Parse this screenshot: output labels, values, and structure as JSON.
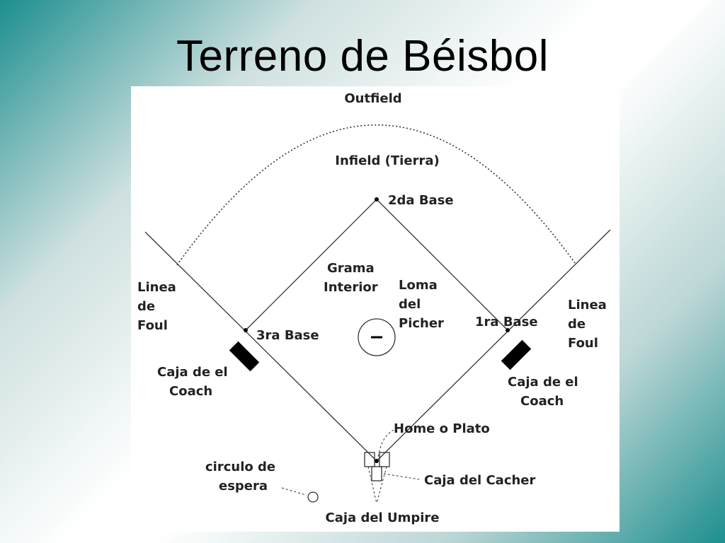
{
  "title": "Terreno de Béisbol",
  "labels": {
    "outfield": "Outfield",
    "infield": "Infield (Tierra)",
    "second_base": "2da Base",
    "grass_l1": "Grama",
    "grass_l2": "Interior",
    "mound_l1": "Loma",
    "mound_l2": "del",
    "mound_l3": "Picher",
    "first_base": "1ra Base",
    "third_base": "3ra Base",
    "foul_left_l1": "Linea",
    "foul_left_l2": "de",
    "foul_left_l3": "Foul",
    "foul_right_l1": "Linea",
    "foul_right_l2": "de",
    "foul_right_l3": "Foul",
    "coach_left_l1": "Caja de el",
    "coach_left_l2": "Coach",
    "coach_right_l1": "Caja de el",
    "coach_right_l2": "Coach",
    "home": "Home o Plato",
    "circle_l1": "circulo de",
    "circle_l2": "espera",
    "catcher_box": "Caja del Cacher",
    "umpire_box": "Caja del Umpire"
  },
  "colors": {
    "line": "#333333",
    "text": "#222222",
    "gradient_edge": "#1e8f8f"
  }
}
